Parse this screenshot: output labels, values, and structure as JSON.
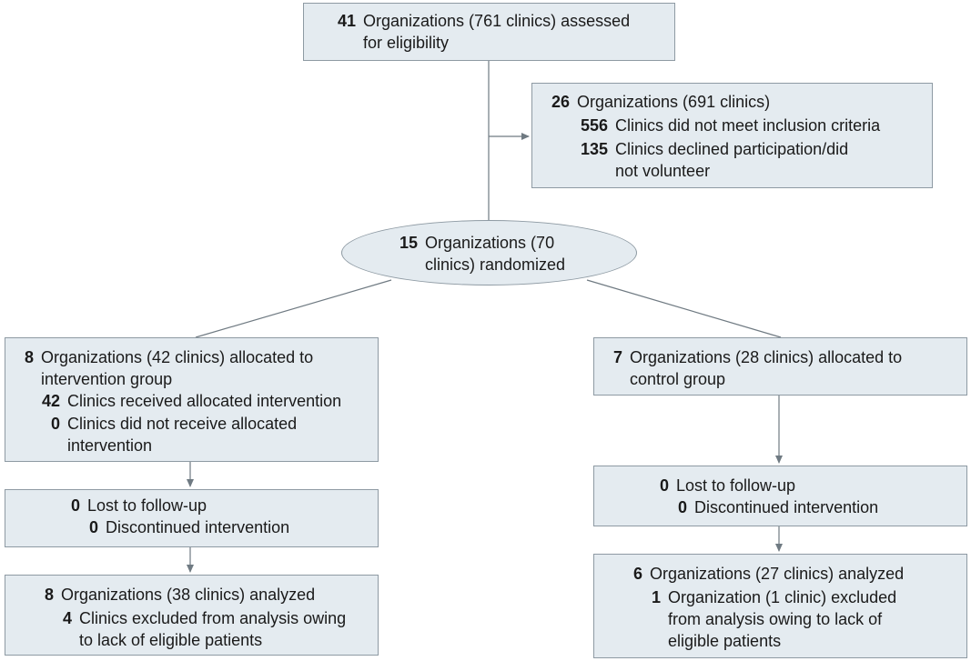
{
  "assessed": {
    "num": "41",
    "lines": [
      "Organizations (761 clinics) assessed",
      "for eligibility"
    ]
  },
  "excluded": {
    "num": "26",
    "text": "Organizations (691 clinics)",
    "items": [
      {
        "num": "556",
        "lines": [
          "Clinics did not meet inclusion criteria"
        ]
      },
      {
        "num": "135",
        "lines": [
          "Clinics declined participation/did",
          "not volunteer"
        ]
      }
    ]
  },
  "randomized": {
    "num": "15",
    "lines": [
      "Organizations (70",
      "clinics) randomized"
    ]
  },
  "intervention": {
    "num": "8",
    "lines": [
      "Organizations (42 clinics) allocated to",
      "intervention group"
    ],
    "items": [
      {
        "num": "42",
        "lines": [
          "Clinics received allocated intervention"
        ]
      },
      {
        "num": "0",
        "lines": [
          "Clinics did not receive allocated",
          "intervention"
        ]
      }
    ]
  },
  "control": {
    "num": "7",
    "lines": [
      "Organizations (28 clinics) allocated to",
      "control group"
    ]
  },
  "intervention_followup": {
    "items": [
      {
        "num": "0",
        "text": "Lost to follow-up"
      },
      {
        "num": "0",
        "text": "Discontinued intervention"
      }
    ]
  },
  "control_followup": {
    "items": [
      {
        "num": "0",
        "text": "Lost to follow-up"
      },
      {
        "num": "0",
        "text": "Discontinued intervention"
      }
    ]
  },
  "intervention_analyzed": {
    "num": "8",
    "text": "Organizations (38 clinics) analyzed",
    "items": [
      {
        "num": "4",
        "lines": [
          "Clinics excluded from analysis owing",
          "to lack of eligible patients"
        ]
      }
    ]
  },
  "control_analyzed": {
    "num": "6",
    "text": "Organizations (27 clinics) analyzed",
    "items": [
      {
        "num": "1",
        "lines": [
          "Organization (1 clinic) excluded",
          "from analysis owing to lack of",
          "eligible patients"
        ]
      }
    ]
  },
  "colors": {
    "box_fill": "#e4ebf0",
    "box_border": "#8e9aa3",
    "line": "#6f7a82"
  }
}
